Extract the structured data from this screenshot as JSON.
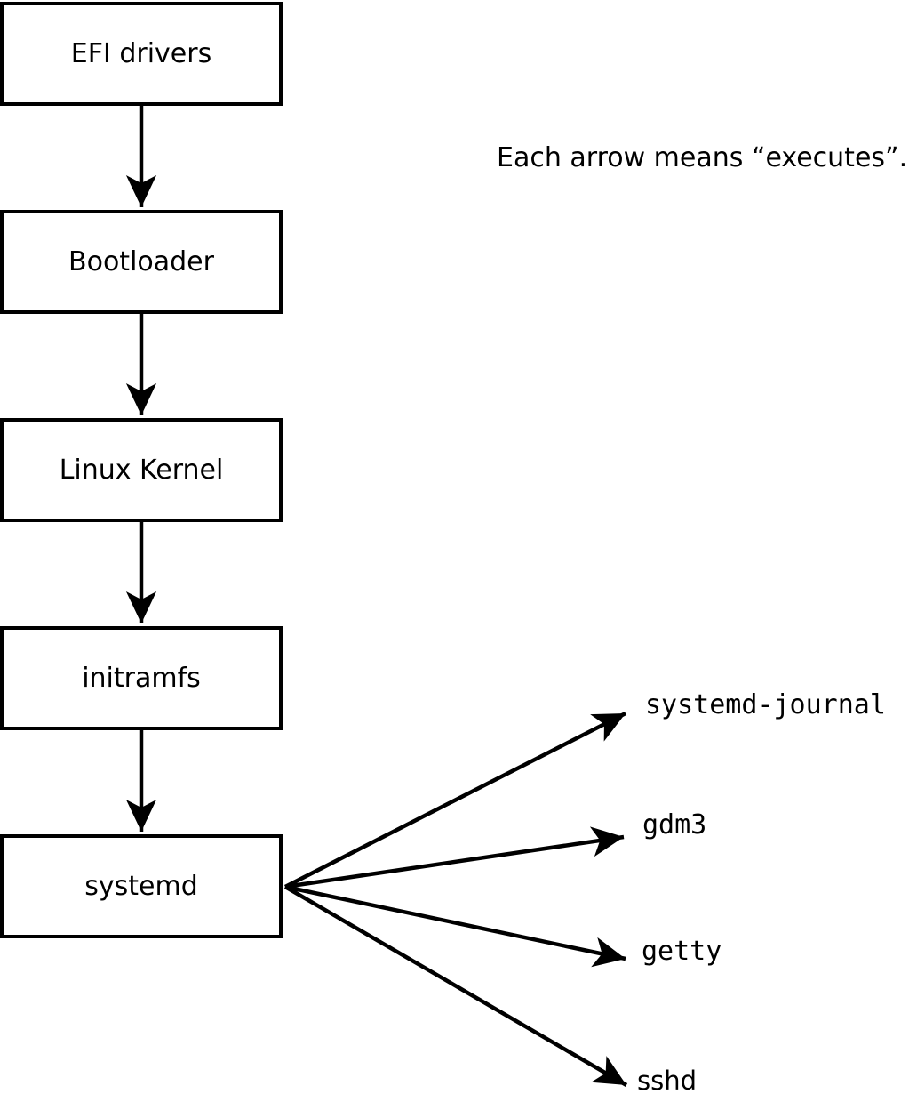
{
  "note": "Each arrow means “executes”.",
  "boot_chain": [
    {
      "label": "EFI drivers"
    },
    {
      "label": "Bootloader"
    },
    {
      "label": "Linux Kernel"
    },
    {
      "label": "initramfs"
    },
    {
      "label": "systemd"
    }
  ],
  "spawned": [
    {
      "label": "systemd-journal"
    },
    {
      "label": "gdm3"
    },
    {
      "label": "getty"
    },
    {
      "label": "sshd"
    }
  ],
  "colors": {
    "foreground": "#000000",
    "background": "#ffffff"
  }
}
